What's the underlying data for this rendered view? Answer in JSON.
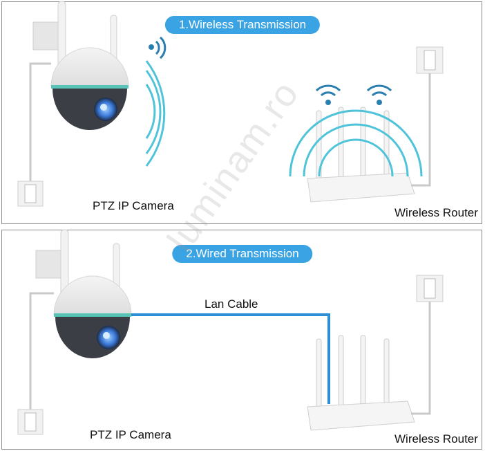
{
  "panels": [
    {
      "title": "1.Wireless Transmission",
      "camera_label": "PTZ IP Camera",
      "router_label": "Wireless Router"
    },
    {
      "title": "2.Wired Transmission",
      "camera_label": "PTZ IP Camera",
      "router_label": "Wireless Router",
      "cable_label": "Lan Cable"
    }
  ],
  "watermark": "luminam.ro",
  "colors": {
    "accent": "#3aa3e3",
    "wave": "#4fc3d9",
    "cable": "#2a8fd6",
    "border": "#8a8a8a"
  }
}
